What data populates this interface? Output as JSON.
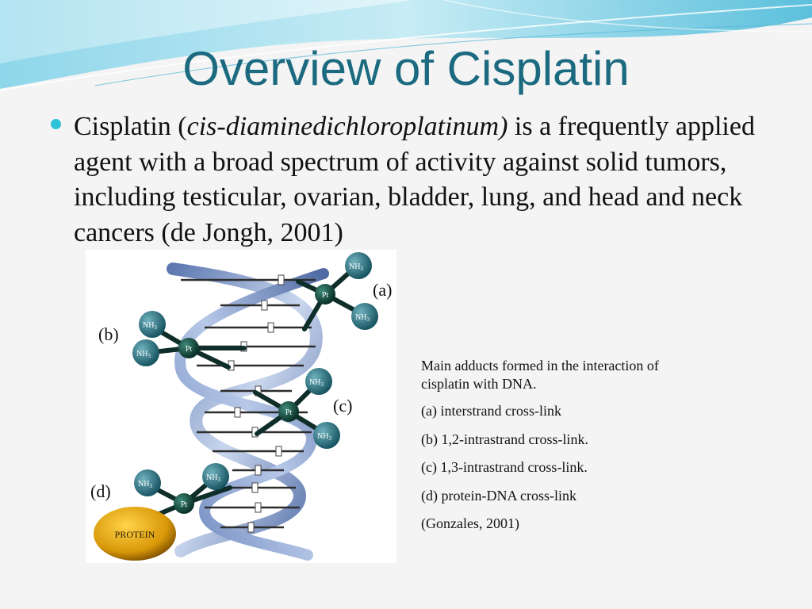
{
  "slide": {
    "title": "Overview of Cisplatin",
    "bullet": {
      "before": "Cisplatin (",
      "italic": "cis-diaminedichloroplatinum)",
      "after": " is a frequently applied agent with a broad spectrum of activity against solid tumors, including testicular, ovarian, bladder, lung, and head and neck cancers (de Jongh, 2001)"
    }
  },
  "figure": {
    "labels": {
      "a": "(a)",
      "b": "(b)",
      "c": "(c)",
      "d": "(d)"
    },
    "pt": "Pt",
    "nh3": "NH",
    "nh3_sub": "3",
    "protein": "PROTEIN"
  },
  "caption": {
    "heading": "Main adducts formed in the interaction of cisplatin with DNA.",
    "items": [
      "(a) interstrand cross-link",
      "(b) 1,2-intrastrand cross-link.",
      "(c) 1,3-intrastrand cross-link.",
      "(d) protein-DNA cross-link"
    ],
    "citation": "(Gonzales, 2001)"
  },
  "colors": {
    "title": "#1b6a80",
    "bullet": "#2fc3d8",
    "helix": "#7a95c4",
    "pt_atom": "#0d3a32",
    "nh3_atom": "#2a6e7c",
    "protein": "#e0a412"
  }
}
